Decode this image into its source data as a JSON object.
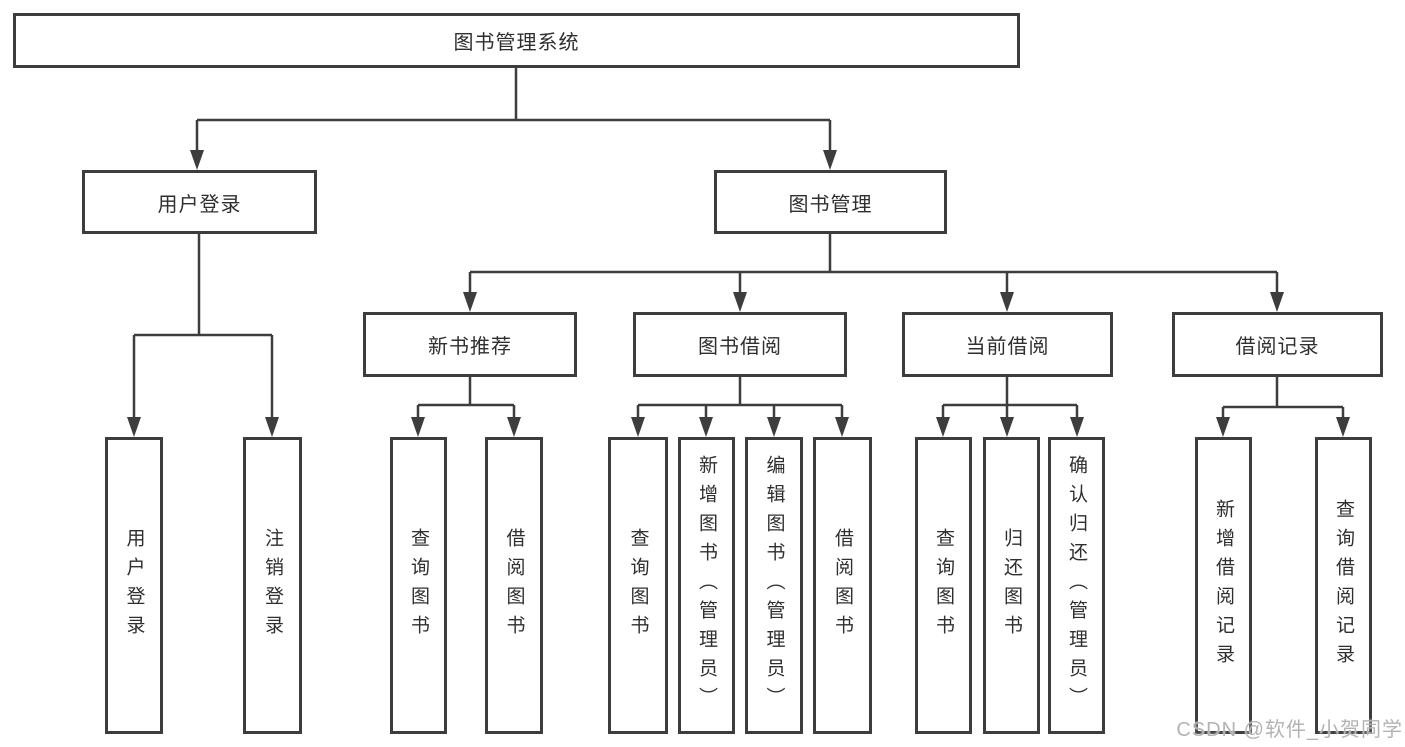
{
  "tree": {
    "label": "图书管理系统",
    "children": [
      {
        "label": "用户登录",
        "children": [
          {
            "label": "用户登录"
          },
          {
            "label": "注销登录"
          }
        ]
      },
      {
        "label": "图书管理",
        "children": [
          {
            "label": "新书推荐",
            "children": [
              {
                "label": "查询图书"
              },
              {
                "label": "借阅图书"
              }
            ]
          },
          {
            "label": "图书借阅",
            "children": [
              {
                "label": "查询图书"
              },
              {
                "label": "新增图书（管理员）"
              },
              {
                "label": "编辑图书（管理员）"
              },
              {
                "label": "借阅图书"
              }
            ]
          },
          {
            "label": "当前借阅",
            "children": [
              {
                "label": "查询图书"
              },
              {
                "label": "归还图书"
              },
              {
                "label": "确认归还（管理员）"
              }
            ]
          },
          {
            "label": "借阅记录",
            "children": [
              {
                "label": "新增借阅记录"
              },
              {
                "label": "查询借阅记录"
              }
            ]
          }
        ]
      }
    ]
  },
  "watermark": {
    "text": "CSDN @软件_小贺同学"
  },
  "colors": {
    "line": "#3d3d3d",
    "box_border": "#3d3d3d",
    "text": "#2f2f2f",
    "watermark": "#b3b3b3",
    "background": "#ffffff"
  }
}
